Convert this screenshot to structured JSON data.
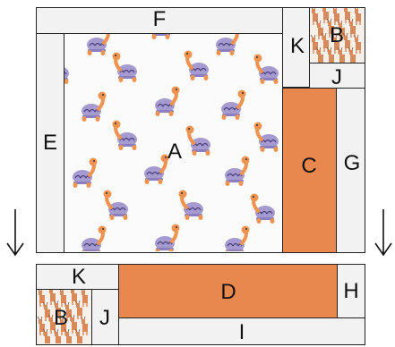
{
  "pieces": {
    "A": "A",
    "B": "B",
    "C": "C",
    "D": "D",
    "E": "E",
    "F": "F",
    "G": "G",
    "H": "H",
    "I": "I",
    "J": "J",
    "K": "K"
  },
  "colors": {
    "orange_fabric": "#e8874e",
    "solid_fabric": "#f2f2f2",
    "turtle_shell": "#a59bd1",
    "turtle_body": "#ee9450",
    "deer": "#d98a5b",
    "outline": "#222222"
  },
  "icons": {
    "arrow": "down-arrow-icon",
    "turtle": "turtle-icon",
    "deer": "deer-icon"
  }
}
